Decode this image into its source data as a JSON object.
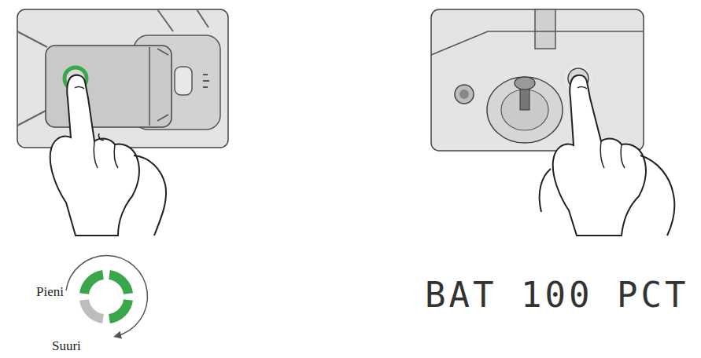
{
  "diagram": {
    "labels": [
      "Pieni",
      "Suuri",
      "BAT 100 PCT"
    ]
  }
}
